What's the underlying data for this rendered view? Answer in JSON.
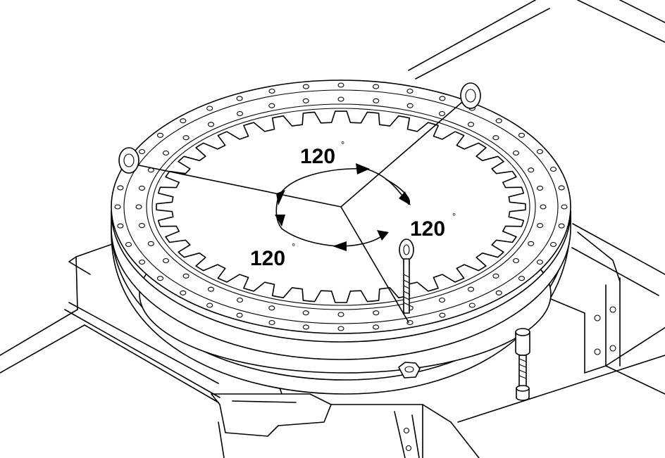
{
  "angles": [
    {
      "value": "120",
      "unit": "°"
    },
    {
      "value": "120",
      "unit": "°"
    },
    {
      "value": "120",
      "unit": "°"
    }
  ],
  "ring": {
    "outer_holes": 40,
    "inner_holes": 36,
    "teeth": 36
  },
  "colors": {
    "line": "#000000",
    "background": "#ffffff"
  }
}
